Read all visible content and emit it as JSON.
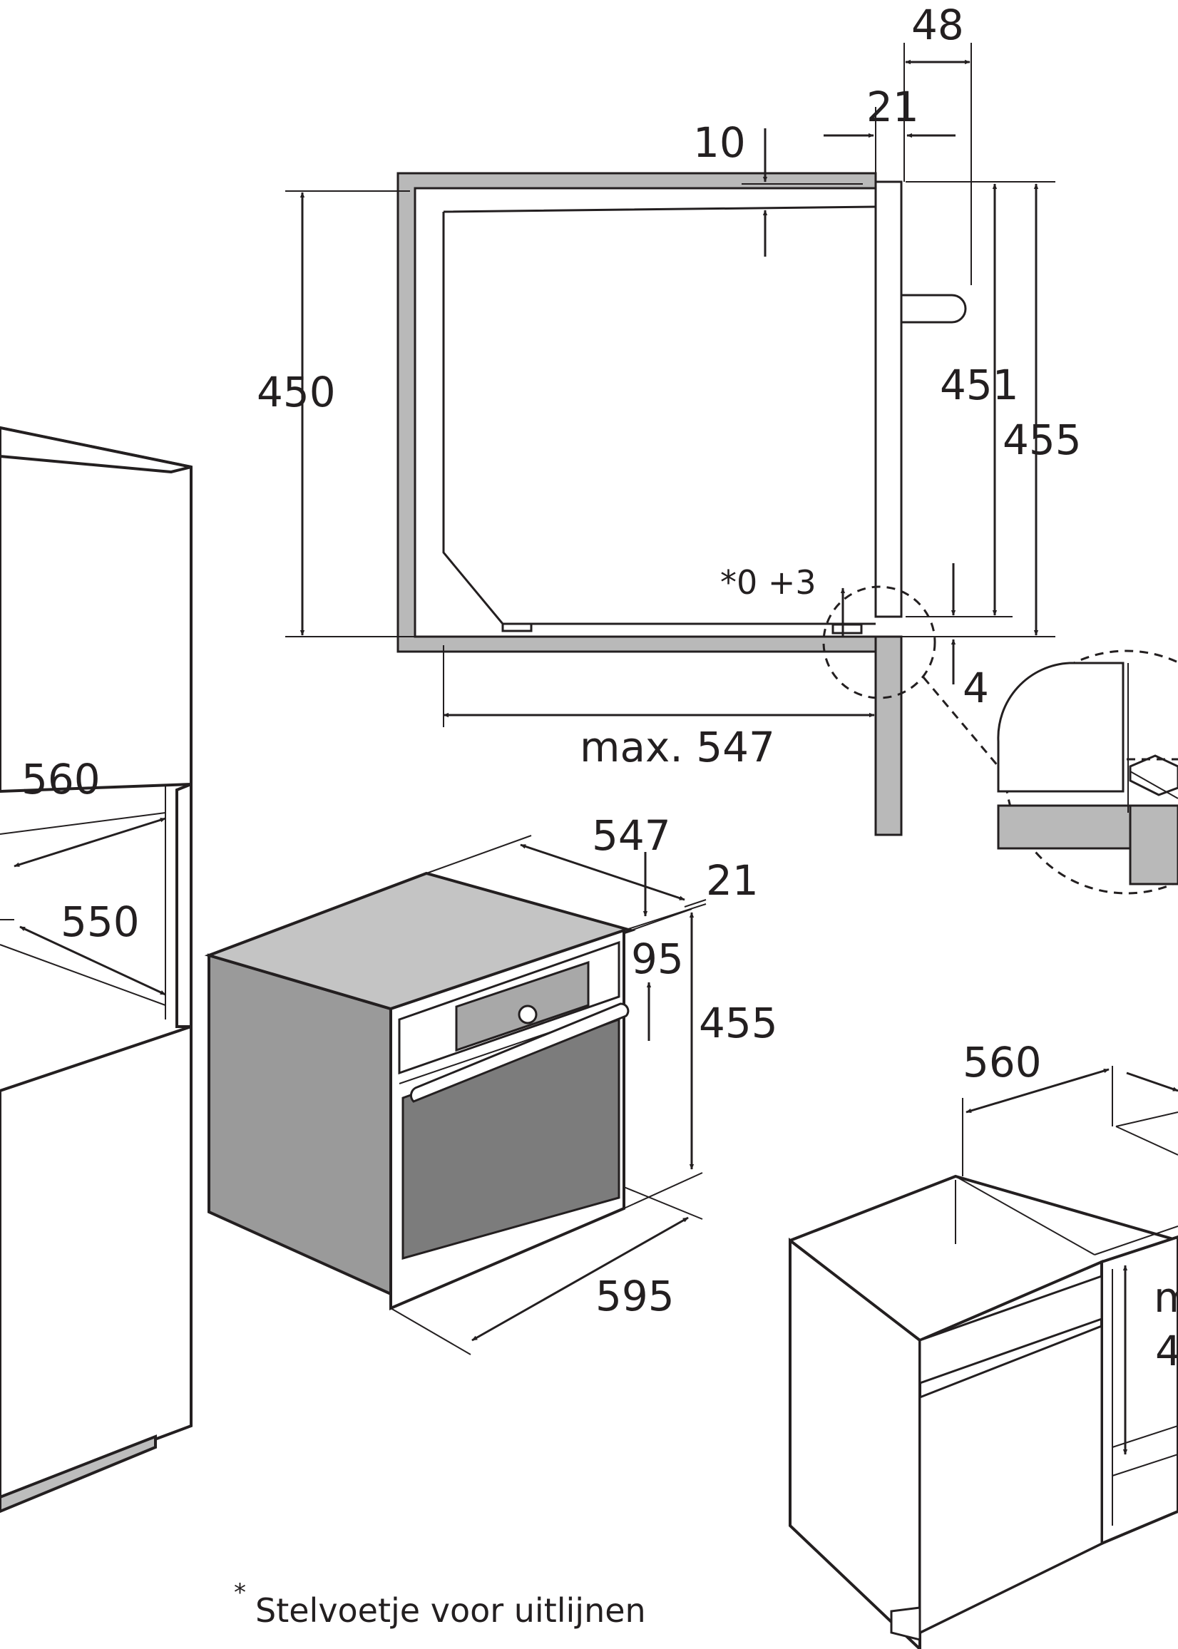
{
  "dimensions": {
    "top_48": "48",
    "top_21": "21",
    "top_10": "10",
    "side_450": "450",
    "side_451": "451",
    "side_455": "455",
    "adjust": "*0 +3",
    "gap_4": "4",
    "depth_max": "max. 547",
    "niche_560": "560",
    "niche_550": "550",
    "oven_547": "547",
    "oven_21": "21",
    "oven_95": "95",
    "oven_455": "455",
    "oven_595": "595",
    "base_560": "560",
    "base_m": "m",
    "base_4": "4"
  },
  "footnote": {
    "marker": "*",
    "text": "Stelvoetje voor uitlijnen"
  },
  "colors": {
    "line": "#231f20",
    "wall": "#b9b9b9",
    "oven_side": "#9a9a9a",
    "oven_top": "#c4c4c4",
    "oven_glass": "#7c7c7c",
    "panel": "#a8a8a8"
  }
}
